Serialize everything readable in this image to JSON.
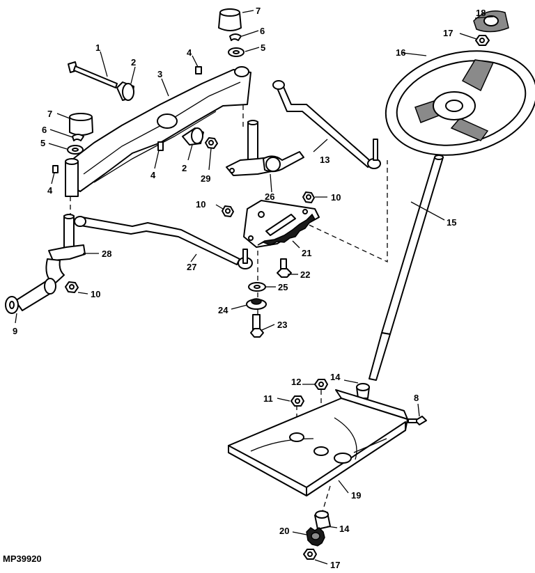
{
  "figure_id": "MP39920",
  "callouts": [
    "1",
    "2",
    "3",
    "4",
    "5",
    "6",
    "7",
    "8",
    "9",
    "10",
    "11",
    "12",
    "13",
    "14",
    "15",
    "16",
    "17",
    "18",
    "19",
    "20",
    "21",
    "22",
    "23",
    "24",
    "25",
    "26",
    "27",
    "28",
    "29"
  ]
}
